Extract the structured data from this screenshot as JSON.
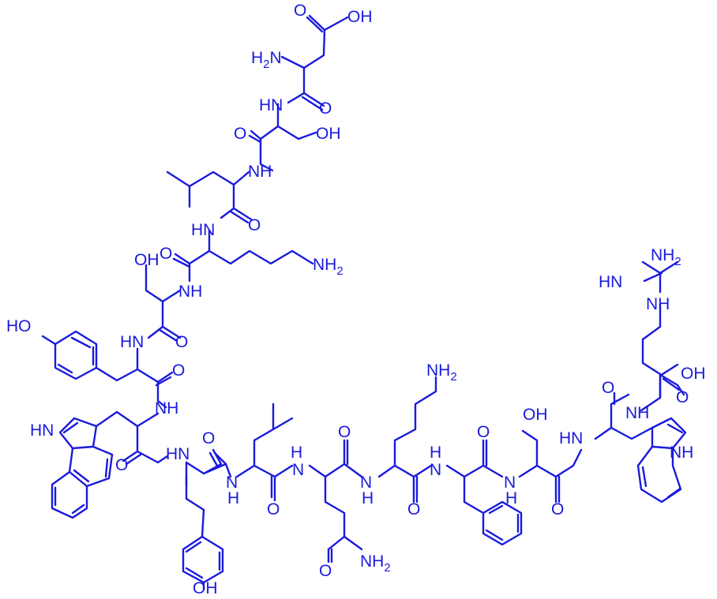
{
  "labels": {
    "oh": "OH",
    "o": "O",
    "hn": "HN",
    "nh": "NH",
    "h": "H",
    "n": "N",
    "h2n": "H",
    "two": "2",
    "nh2_n": "NH",
    "hn_eq": "HN",
    "amine_n": "N"
  },
  "colors": {
    "bond": "#1a1adc",
    "text": "#1a1adc",
    "background": "#ffffff"
  }
}
